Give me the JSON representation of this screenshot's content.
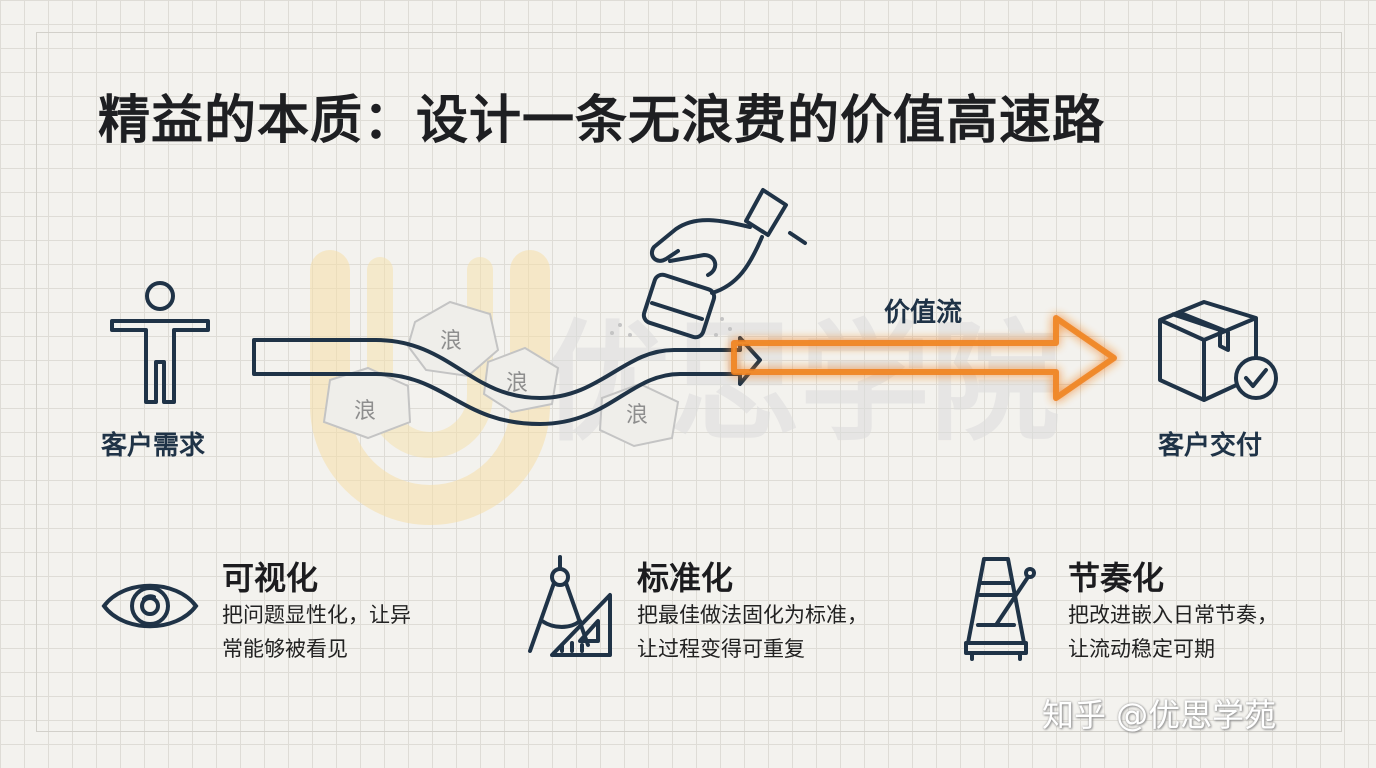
{
  "title": "精益的本质：设计一条无浪费的价值高速路",
  "flow": {
    "start_label": "客户需求",
    "value_stream_label": "价值流",
    "end_label": "客户交付",
    "waste_char": "浪",
    "watermark": "优思学院"
  },
  "features": [
    {
      "title": "可视化",
      "desc_line1": "把问题显性化，让异",
      "desc_line2": "常能够被看见",
      "icon": "eye-icon"
    },
    {
      "title": "标准化",
      "desc_line1": "把最佳做法固化为标准，",
      "desc_line2": "让过程变得可重复",
      "icon": "compass-ruler-icon"
    },
    {
      "title": "节奏化",
      "desc_line1": "把改进嵌入日常节奏，",
      "desc_line2": "让流动稳定可期",
      "icon": "metronome-icon"
    }
  ],
  "credit": "知乎 @优思学苑",
  "colors": {
    "navy": "#1f3347",
    "orange": "#f07f1c",
    "watermark": "#f2d289"
  }
}
